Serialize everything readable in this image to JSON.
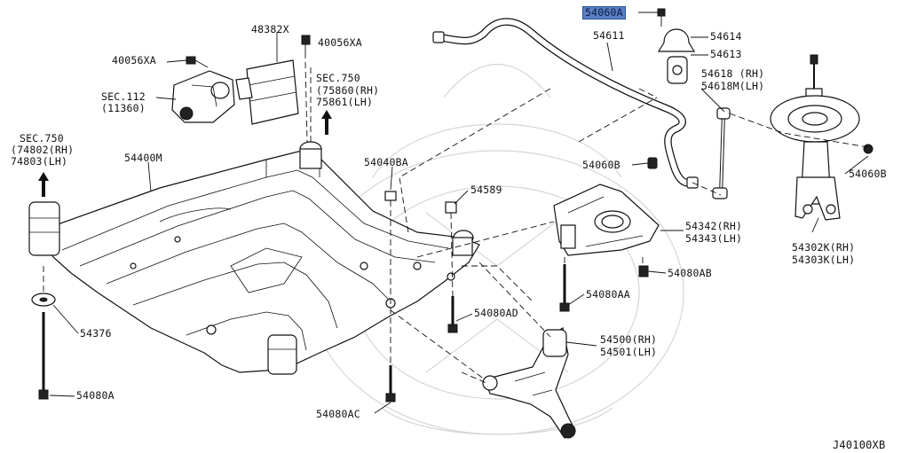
{
  "labels": {
    "p54060A": "54060A",
    "p54611": "54611",
    "p54614": "54614",
    "p54613": "54613",
    "p54618rh": "54618 (RH)",
    "p54618lh": "54618M(LH)",
    "p54060B_a": "54060B",
    "p54060B_b": "54060B",
    "p48382X": "48382X",
    "p40056XA_a": "40056XA",
    "p40056XA_b": "40056XA",
    "sec112": "SEC.112",
    "sec112_sub": "(11360)",
    "sec750a": "SEC.750",
    "sec750a_rh": "(75860(RH)",
    "sec750a_lh": " 75861(LH)",
    "sec750b": "SEC.750",
    "sec750b_rh": "(74802(RH)",
    "sec750b_lh": " 74803(LH)",
    "p54400M": "54400M",
    "p54040BA": "54040BA",
    "p54589": "54589",
    "p54342": "54342(RH)",
    "p54343": "54343(LH)",
    "p54080AB": "54080AB",
    "p54080AA": "54080AA",
    "p54080AD": "54080AD",
    "p54500": "54500(RH)",
    "p54501": "54501(LH)",
    "p54376": "54376",
    "p54080A": "54080A",
    "p54080AC": "54080AC",
    "p54302K": "54302K(RH)",
    "p54303K": "54303K(LH)",
    "code": "J40100XB"
  },
  "colors": {
    "highlight": "#5a7fc4",
    "line": "#111111",
    "watermark": "#d6d6d6"
  }
}
